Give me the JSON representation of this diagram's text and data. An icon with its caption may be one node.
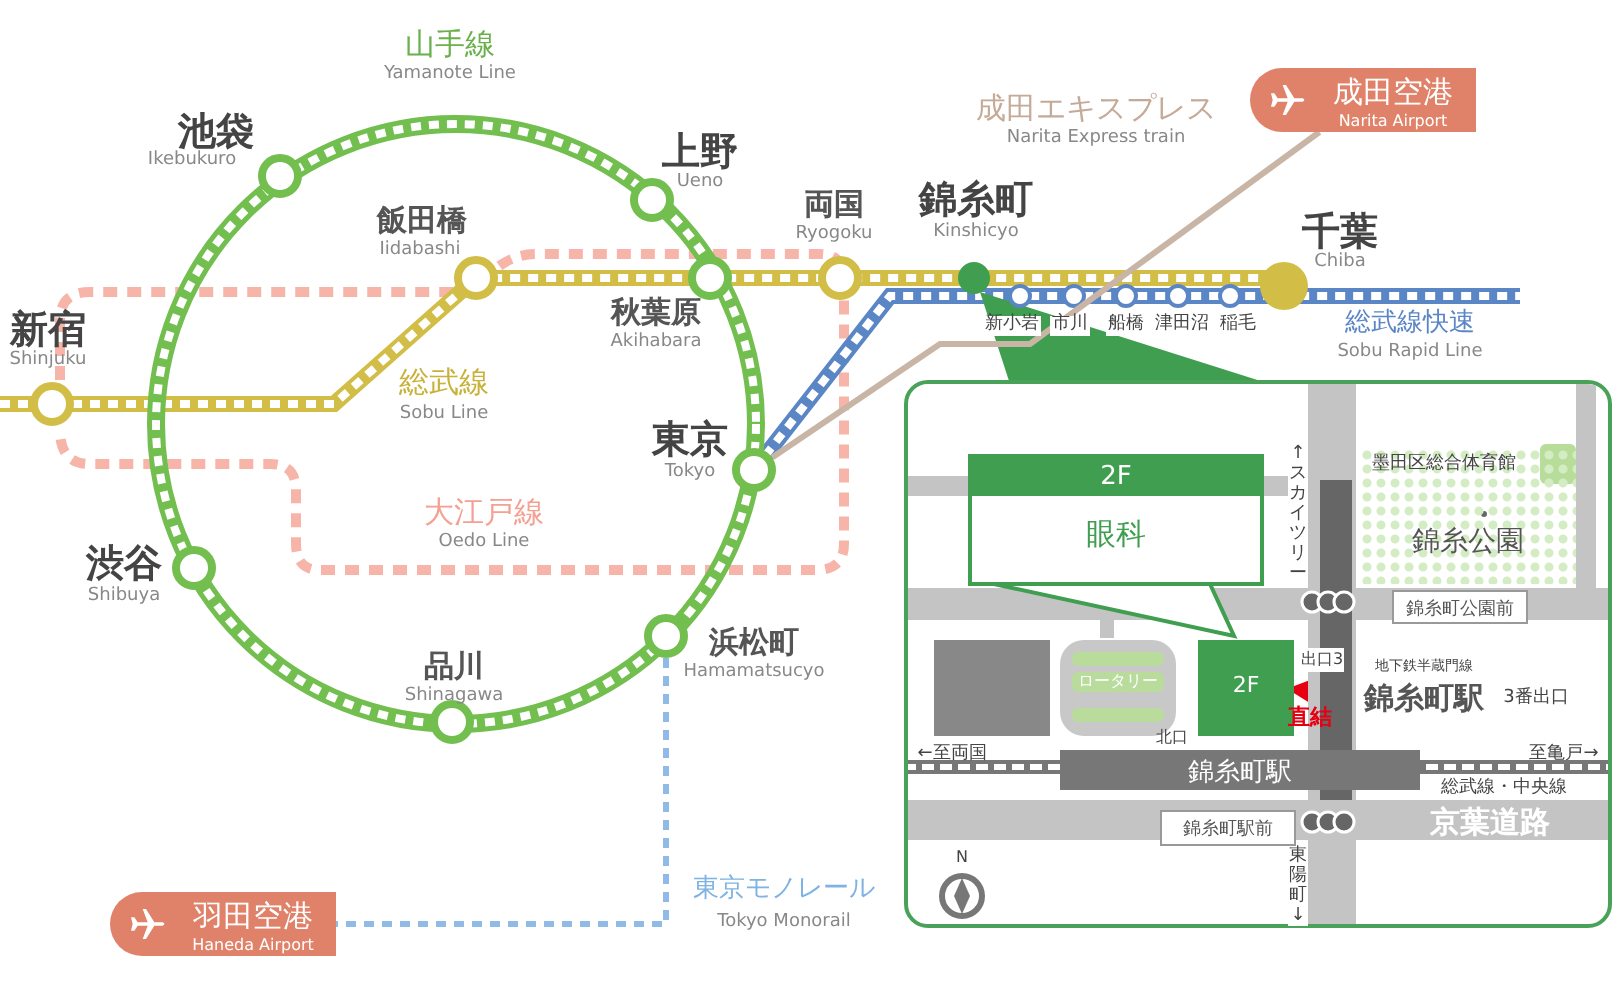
{
  "diagram": {
    "nodes": [
      {
        "text": [
          "成田空港",
          "Narita Airport"
        ]
      },
      {
        "text": [
          "羽田空港",
          "Haneda Airport"
        ]
      },
      {
        "text": [],
        "shape": "box"
      },
      {
        "text": [
          "2F",
          "眼科"
        ],
        "in": 2
      },
      {
        "text": [
          "錦糸公園"
        ],
        "in": 2
      },
      {
        "text": [
          "錦糸町公園前"
        ],
        "in": 2
      },
      {
        "text": [],
        "shape": "box",
        "in": 2
      },
      {
        "text": [
          "ロータリー"
        ],
        "in": 2
      },
      {
        "text": [
          "2F"
        ],
        "in": 2
      },
      {
        "text": [
          "出口3"
        ],
        "in": 2
      },
      {
        "text": [
          "錦糸町駅"
        ],
        "in": 2
      },
      {
        "text": [
          "錦糸町駅前"
        ],
        "in": 2
      },
      {
        "text": [],
        "shape": "circle",
        "beside": [
          "東京",
          "Tokyo"
        ]
      },
      {
        "text": [],
        "shape": "circle",
        "beside": [
          "浜松町",
          "Hamamatsucyo"
        ]
      }
    ],
    "edges": [
      {
        "from": 8,
        "to": 9,
        "arrow": "both",
        "label": "直結",
        "color": "#e60012"
      },
      {
        "from": 12,
        "to": 0,
        "arrow": "none",
        "color": "#c9b5a5"
      },
      {
        "from": 13,
        "to": 1,
        "arrow": "none",
        "style": "dashed",
        "color": "#8fbbe6"
      }
    ],
    "labels": [
      "山手線",
      "Yamanote Line",
      "池袋",
      "Ikebukuro",
      "上野",
      "Ueno",
      "飯田橋",
      "Iidabashi",
      "両国",
      "Ryogoku",
      "錦糸町",
      "Kinshicyo",
      "成田エキスプレス",
      "Narita Express train",
      "千葉",
      "Chiba",
      "新宿",
      "Shinjuku",
      "秋葉原",
      "Akihabara",
      "総武線",
      "Sobu Line",
      "新小岩",
      "市川",
      "船橋",
      "津田沼",
      "稲毛",
      "総武線快速",
      "Sobu Rapid Line",
      "大江戸線",
      "Oedo Line",
      "渋谷",
      "Shibuya",
      "品川",
      "Shinagawa",
      "東京モノレール",
      "Tokyo Monorail",
      "↑スカイツリー",
      "墨田区総合体育館",
      "地下鉄半蔵門線",
      "錦糸町駅",
      "3番出口",
      "北口",
      "←至両国",
      "至亀戸→",
      "総武線・中央線",
      "京葉道路",
      "東陽町↓",
      "N"
    ]
  }
}
